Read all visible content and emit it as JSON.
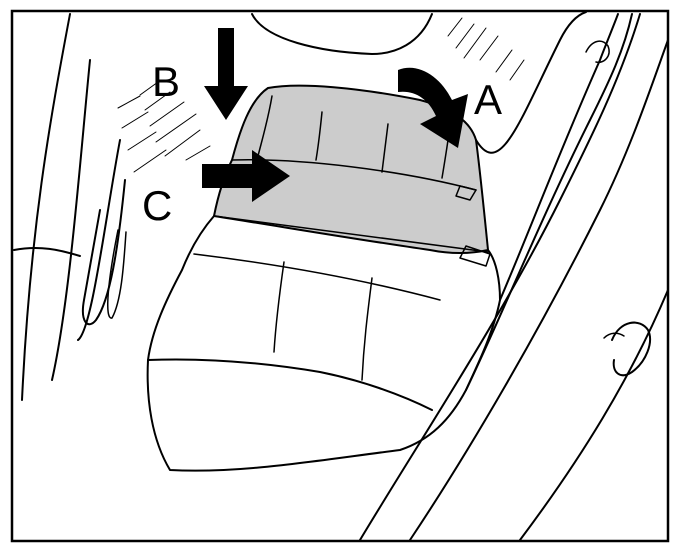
{
  "labels": {
    "a": "A",
    "b": "B",
    "c": "C"
  },
  "colors": {
    "line": "#000000",
    "background": "#ffffff",
    "seatback_fill": "#cccccc"
  }
}
